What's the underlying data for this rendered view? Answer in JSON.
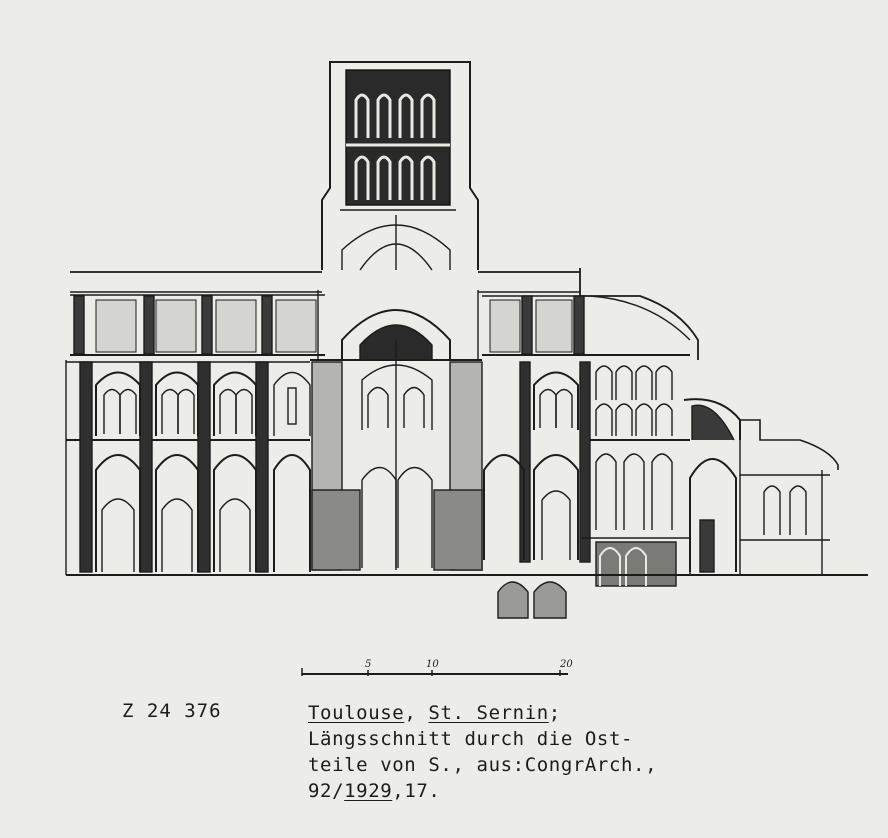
{
  "caption": {
    "catalog_number": "Z 24 376",
    "place": "Toulouse",
    "sep1": ",",
    "building": "St. Sernin",
    "sep2": ";",
    "line2": "Längsschnitt durch die Ost-",
    "line3": "teile von S., aus:CongrArch.,",
    "line4_vol": "92/",
    "line4_year": "1929",
    "line4_page": ",17."
  },
  "scale": {
    "tick_5": "5",
    "tick_10": "10",
    "tick_20": "20"
  }
}
